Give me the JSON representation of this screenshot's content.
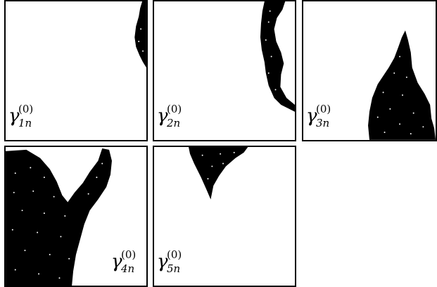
{
  "panels": [
    {
      "name": "gamma-1n",
      "symbol": "γ",
      "sub": "1n",
      "sup": "(0)"
    },
    {
      "name": "gamma-2n",
      "symbol": "γ",
      "sub": "2n",
      "sup": "(0)"
    },
    {
      "name": "gamma-3n",
      "symbol": "γ",
      "sub": "3n",
      "sup": "(0)"
    },
    {
      "name": "gamma-4n",
      "symbol": "γ",
      "sub": "4n",
      "sup": "(0)"
    },
    {
      "name": "gamma-5n",
      "symbol": "γ",
      "sub": "5n",
      "sup": "(0)"
    }
  ]
}
